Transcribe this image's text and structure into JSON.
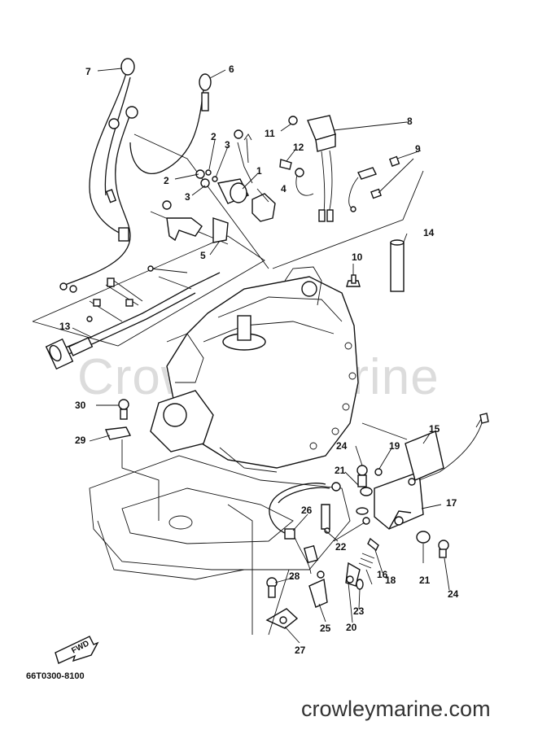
{
  "watermark": "Crowley Marine",
  "footer_url": "crowleymarine.com",
  "diagram_code": "66T0300-8100",
  "fwd_label": "FWD",
  "callouts": [
    "1",
    "2",
    "2",
    "3",
    "3",
    "4",
    "5",
    "6",
    "7",
    "8",
    "9",
    "10",
    "11",
    "12",
    "13",
    "14",
    "15",
    "16",
    "17",
    "18",
    "19",
    "20",
    "21",
    "21",
    "22",
    "23",
    "24",
    "24",
    "25",
    "26",
    "27",
    "28",
    "29",
    "30"
  ]
}
